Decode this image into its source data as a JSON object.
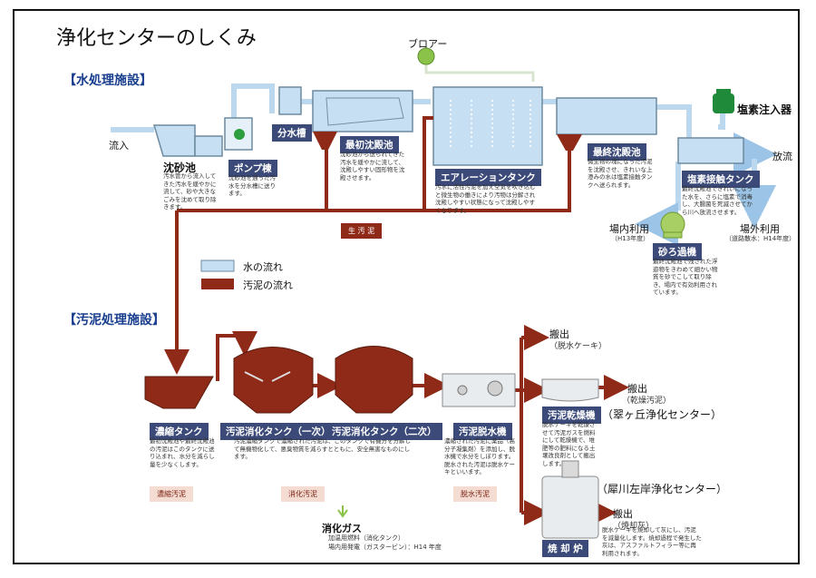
{
  "title": "浄化センターのしくみ",
  "sections": {
    "water": "【水処理施設】",
    "sludge": "【汚泥処理施設】"
  },
  "water": {
    "inflow": "流入",
    "blower": "ブロアー",
    "grit": {
      "name": "沈砂池",
      "desc": "汚水管から流入してきた汚水を緩やかに流して、砂や大きなごみを沈めて取り除きます。"
    },
    "pump": {
      "name": "ポンプ棟",
      "desc": "沈砂池を通った汚水を分水槽に送ります。"
    },
    "splitter": {
      "name": "分水槽"
    },
    "primary": {
      "name": "最初沈殿池",
      "desc": "沈砂池から送られてきた汚水を緩やかに流して、沈殿しやすい固形物を沈殿させます。"
    },
    "aeration": {
      "name": "エアレーションタンク",
      "desc": "汚水に活性汚泥を加え空気を吹き込むと微生物の働きにより汚物は分解され沈殿しやすい状態になって沈殿しやすくなります。"
    },
    "final": {
      "name": "最終沈殿池",
      "desc": "微生物の塊になった汚泥を沈殿させ、きれいな上澄みの水は塩素接触タンクへ送られます。"
    },
    "chlorine_injector": "塩素注入器",
    "chlorine_tank": {
      "name": "塩素接触タンク",
      "desc": "最終沈殿池できれいになった水を、さらに塩素で消毒し、大腸菌を死滅させてから川へ放流させます。"
    },
    "discharge": "放流",
    "sand_filter": {
      "name": "砂ろ過機",
      "desc": "最終沈殿池で残された浮遊物をきわめて細かい物質を砂でこして取り除き、場内で有効利用されています。"
    },
    "onsite_use": {
      "label": "場内利用",
      "note": "（H13年度）"
    },
    "offsite_use": {
      "label": "場外利用",
      "note": "（道路散水：H14年度）"
    },
    "return_sludge": "生 汚 泥"
  },
  "legend": {
    "water_flow": "水の流れ",
    "sludge_flow": "汚泥の流れ",
    "water_color": "#c7dff3",
    "sludge_color": "#8e2a17"
  },
  "sludge": {
    "thickener": {
      "name": "濃縮タンク",
      "desc": "最初沈殿池や最終沈殿池の汚泥はこのタンクに送り込まれ、水分を減らし量を少なくします。",
      "tag": "濃縮汚泥"
    },
    "digester1": {
      "name": "汚泥消化タンク（一次）",
      "desc": "汚泥濃縮タンクで濃縮された汚泥は、このタンクで有機分を分解して無機物化して、悪臭物質を減らすとともに、安全無害なものにします。",
      "tag": "消化汚泥"
    },
    "digester2": {
      "name": "汚泥消化タンク（二次）"
    },
    "dewater": {
      "name": "汚泥脱水機",
      "desc": "濃縮された汚泥に薬品（高分子凝集剤）を添加し、脱水機で水分をしぼります。脱水された汚泥は脱水ケーキといいます。",
      "tag": "脱水汚泥"
    },
    "dryer": {
      "name": "汚泥乾燥機",
      "desc": "脱水ケーキを乾燥させて汚泥ガスを燃料にして乾燥機で、堆肥等の肥料になる土壌改良剤として搬出します。"
    },
    "incinerator": {
      "name": "焼 却 炉",
      "desc": "脱水ケーキを焼却して灰にし、汚泥を減量化します。焼却過程で発生した灰は、アスファルトフィラー等に再利用されます。"
    },
    "out1": {
      "label": "搬出",
      "note": "（脱水ケーキ）"
    },
    "out2": {
      "label": "搬出",
      "note": "（乾燥汚泥）"
    },
    "out3": {
      "label": "搬出",
      "note": "（焼却灰）"
    },
    "center1": "（翠ヶ丘浄化センター）",
    "center2": "（犀川左岸浄化センター）",
    "gas": {
      "name": "消化ガス",
      "line1": "加温用燃料（消化タンク）",
      "line2": "場内用発電（ガスタービン）：H14 年度"
    }
  }
}
